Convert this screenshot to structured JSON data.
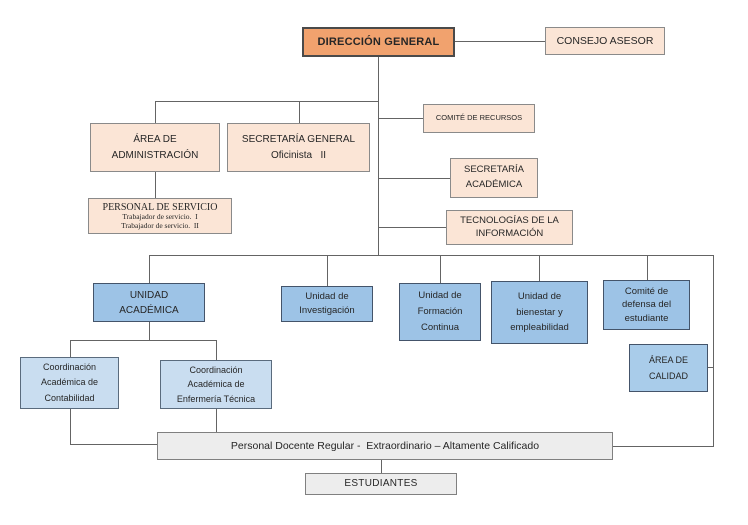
{
  "colors": {
    "root_fill": "#F1A26E",
    "peach_fill": "#FBE5D6",
    "blue_fill": "#9DC3E6",
    "light_blue_fill": "#C9DDF0",
    "gray_fill": "#EDEDED",
    "line": "#646464"
  },
  "nodes": {
    "direccion_general": {
      "label": "DIRECCIÓN GENERAL"
    },
    "consejo_asesor": {
      "label": "CONSEJO ASESOR"
    },
    "comite_recursos": {
      "label": "COMITÉ DE RECURSOS"
    },
    "area_administracion": {
      "label": "ÁREA DE ADMINISTRACIÓN"
    },
    "secretaria_general": {
      "label": "SECRETARÍA GENERAL",
      "sub": "Oficinista   II"
    },
    "personal_servicio": {
      "label": "PERSONAL DE SERVICIO",
      "line1": "Trabajador de servicio.  I",
      "line2": "Trabajador de servicio.  II"
    },
    "secretaria_academica": {
      "label": "SECRETARÍA ACADÉMICA"
    },
    "tecnologias_informacion": {
      "label": "TECNOLOGÍAS DE LA INFORMACIÓN"
    },
    "unidad_academica": {
      "label": "UNIDAD ACADÉMICA"
    },
    "unidad_investigacion": {
      "label": "Unidad de Investigación"
    },
    "unidad_formacion_continua": {
      "label": "Unidad de Formación Continua"
    },
    "unidad_bienestar": {
      "label": "Unidad de bienestar y empleabilidad"
    },
    "comite_defensa": {
      "label": "Comité de defensa del estudiante"
    },
    "area_calidad": {
      "label": "ÁREA DE CALIDAD"
    },
    "coordinacion_contabilidad": {
      "label": "Coordinación Académica de Contabilidad"
    },
    "coordinacion_enfermeria": {
      "label": "Coordinación Académica de Enfermería Técnica"
    },
    "personal_docente": {
      "label": "Personal Docente Regular -  Extraordinario – Altamente Calificado"
    },
    "estudiantes": {
      "label": "ESTUDIANTES"
    }
  }
}
